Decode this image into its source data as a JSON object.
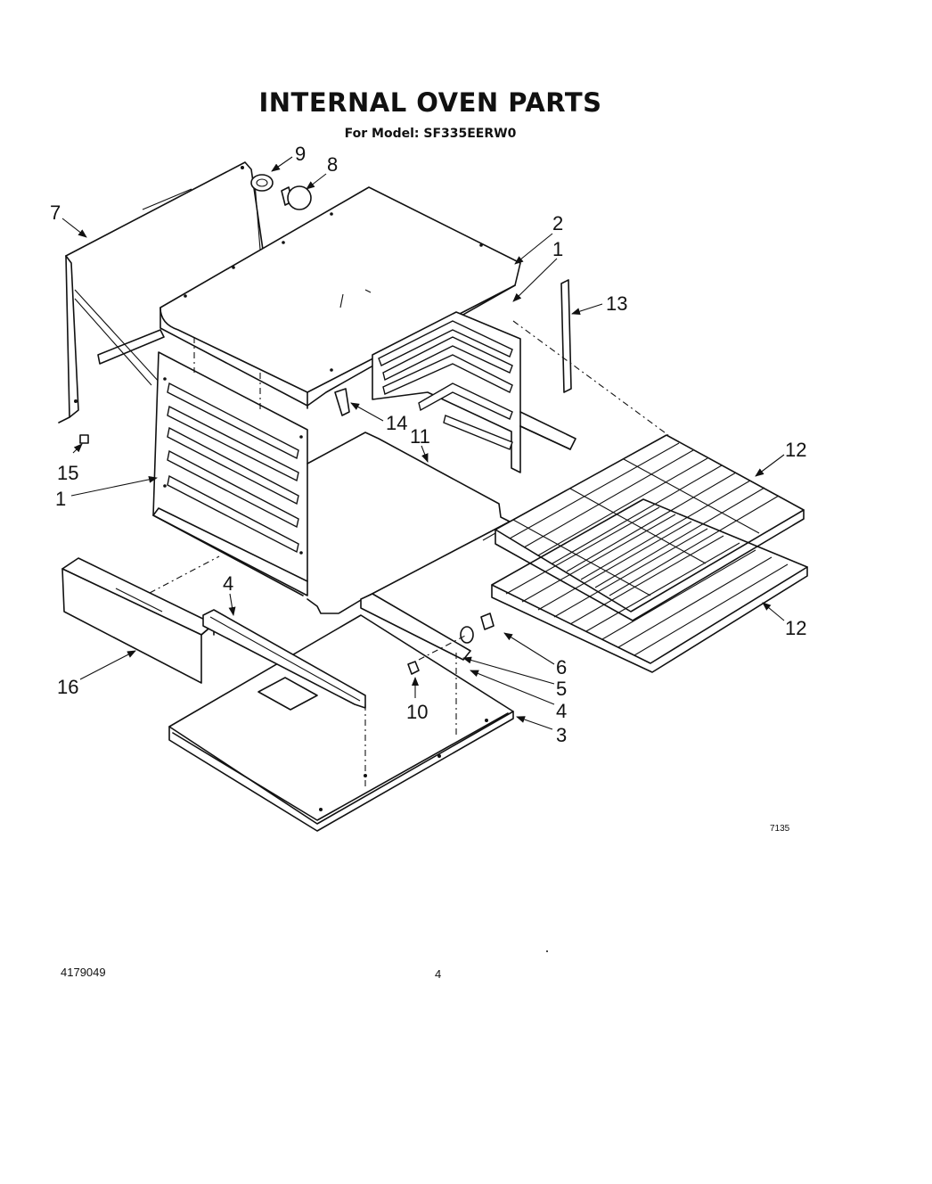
{
  "header": {
    "title": "INTERNAL OVEN PARTS",
    "subtitle": "For Model: SF335EERW0"
  },
  "callouts": {
    "c1_right": "1",
    "c1_left": "1",
    "c2": "2",
    "c3": "3",
    "c4_right": "4",
    "c4_left": "4",
    "c5": "5",
    "c6": "6",
    "c7": "7",
    "c8": "8",
    "c9": "9",
    "c10": "10",
    "c11": "11",
    "c12_top": "12",
    "c12_bottom": "12",
    "c13": "13",
    "c14": "14",
    "c15": "15",
    "c16": "16"
  },
  "drawing_code": "7135",
  "footer": {
    "doc_number": "4179049",
    "page_number": "4"
  }
}
